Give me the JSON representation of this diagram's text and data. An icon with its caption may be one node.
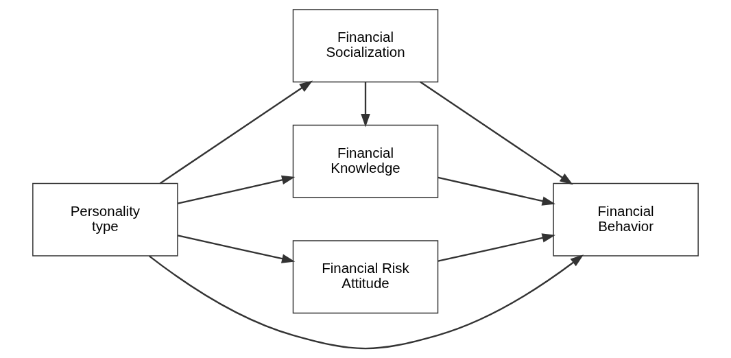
{
  "diagram": {
    "nodes": [
      {
        "text": [
          "Personality type"
        ]
      },
      {
        "text": [
          "Financial Socialization"
        ]
      },
      {
        "text": [
          "Financial Knowledge"
        ]
      },
      {
        "text": [
          "Financial Risk Attitude"
        ]
      },
      {
        "text": [
          "Financial Behavior"
        ]
      }
    ],
    "edges": [
      {
        "from": 0,
        "to": 1,
        "arrow": "to"
      },
      {
        "from": 0,
        "to": 4,
        "arrow": "to"
      },
      {
        "from": 0,
        "to": 2,
        "arrow": "to"
      },
      {
        "from": 0,
        "to": 3,
        "arrow": "to"
      },
      {
        "from": 1,
        "to": 2,
        "arrow": "to"
      },
      {
        "from": 1,
        "to": 4,
        "arrow": "to"
      },
      {
        "from": 2,
        "to": 4,
        "arrow": "to"
      },
      {
        "from": 3,
        "to": 4,
        "arrow": "to"
      }
    ]
  }
}
